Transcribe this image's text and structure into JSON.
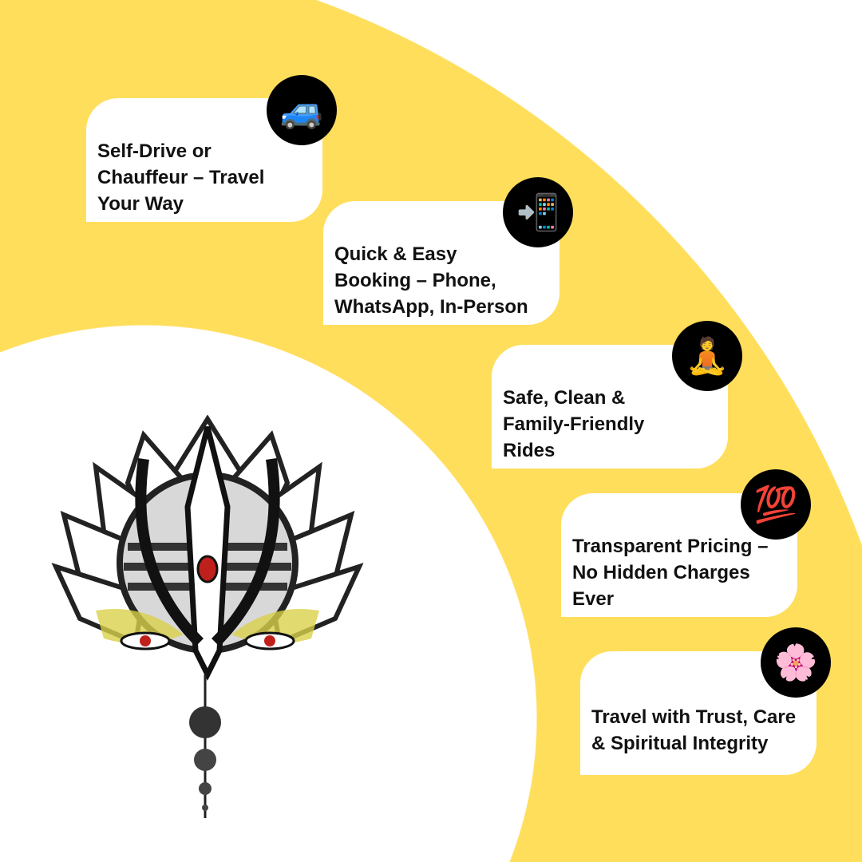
{
  "features": [
    {
      "text": "Self-Drive or\nChauffeur – Travel\nYour Way",
      "icon": "car-icon",
      "glyph": "🚙"
    },
    {
      "text": "Quick & Easy\nBooking – Phone,\nWhatsApp, In-Person",
      "icon": "mobile-arrow-icon",
      "glyph": "📲"
    },
    {
      "text": "Safe, Clean &\nFamily-Friendly\nRides",
      "icon": "meditating-person-icon",
      "glyph": "🧘"
    },
    {
      "text": "Transparent Pricing –\nNo Hidden Charges\nEver",
      "icon": "hundred-points-icon",
      "glyph": "💯"
    },
    {
      "text": "Travel with Trust, Care\n& Spiritual Integrity",
      "icon": "cherry-blossom-icon",
      "glyph": "🌸"
    }
  ],
  "colors": {
    "accent": "#FFDE5C",
    "badge": "#000000",
    "eye": "#c0201c"
  }
}
